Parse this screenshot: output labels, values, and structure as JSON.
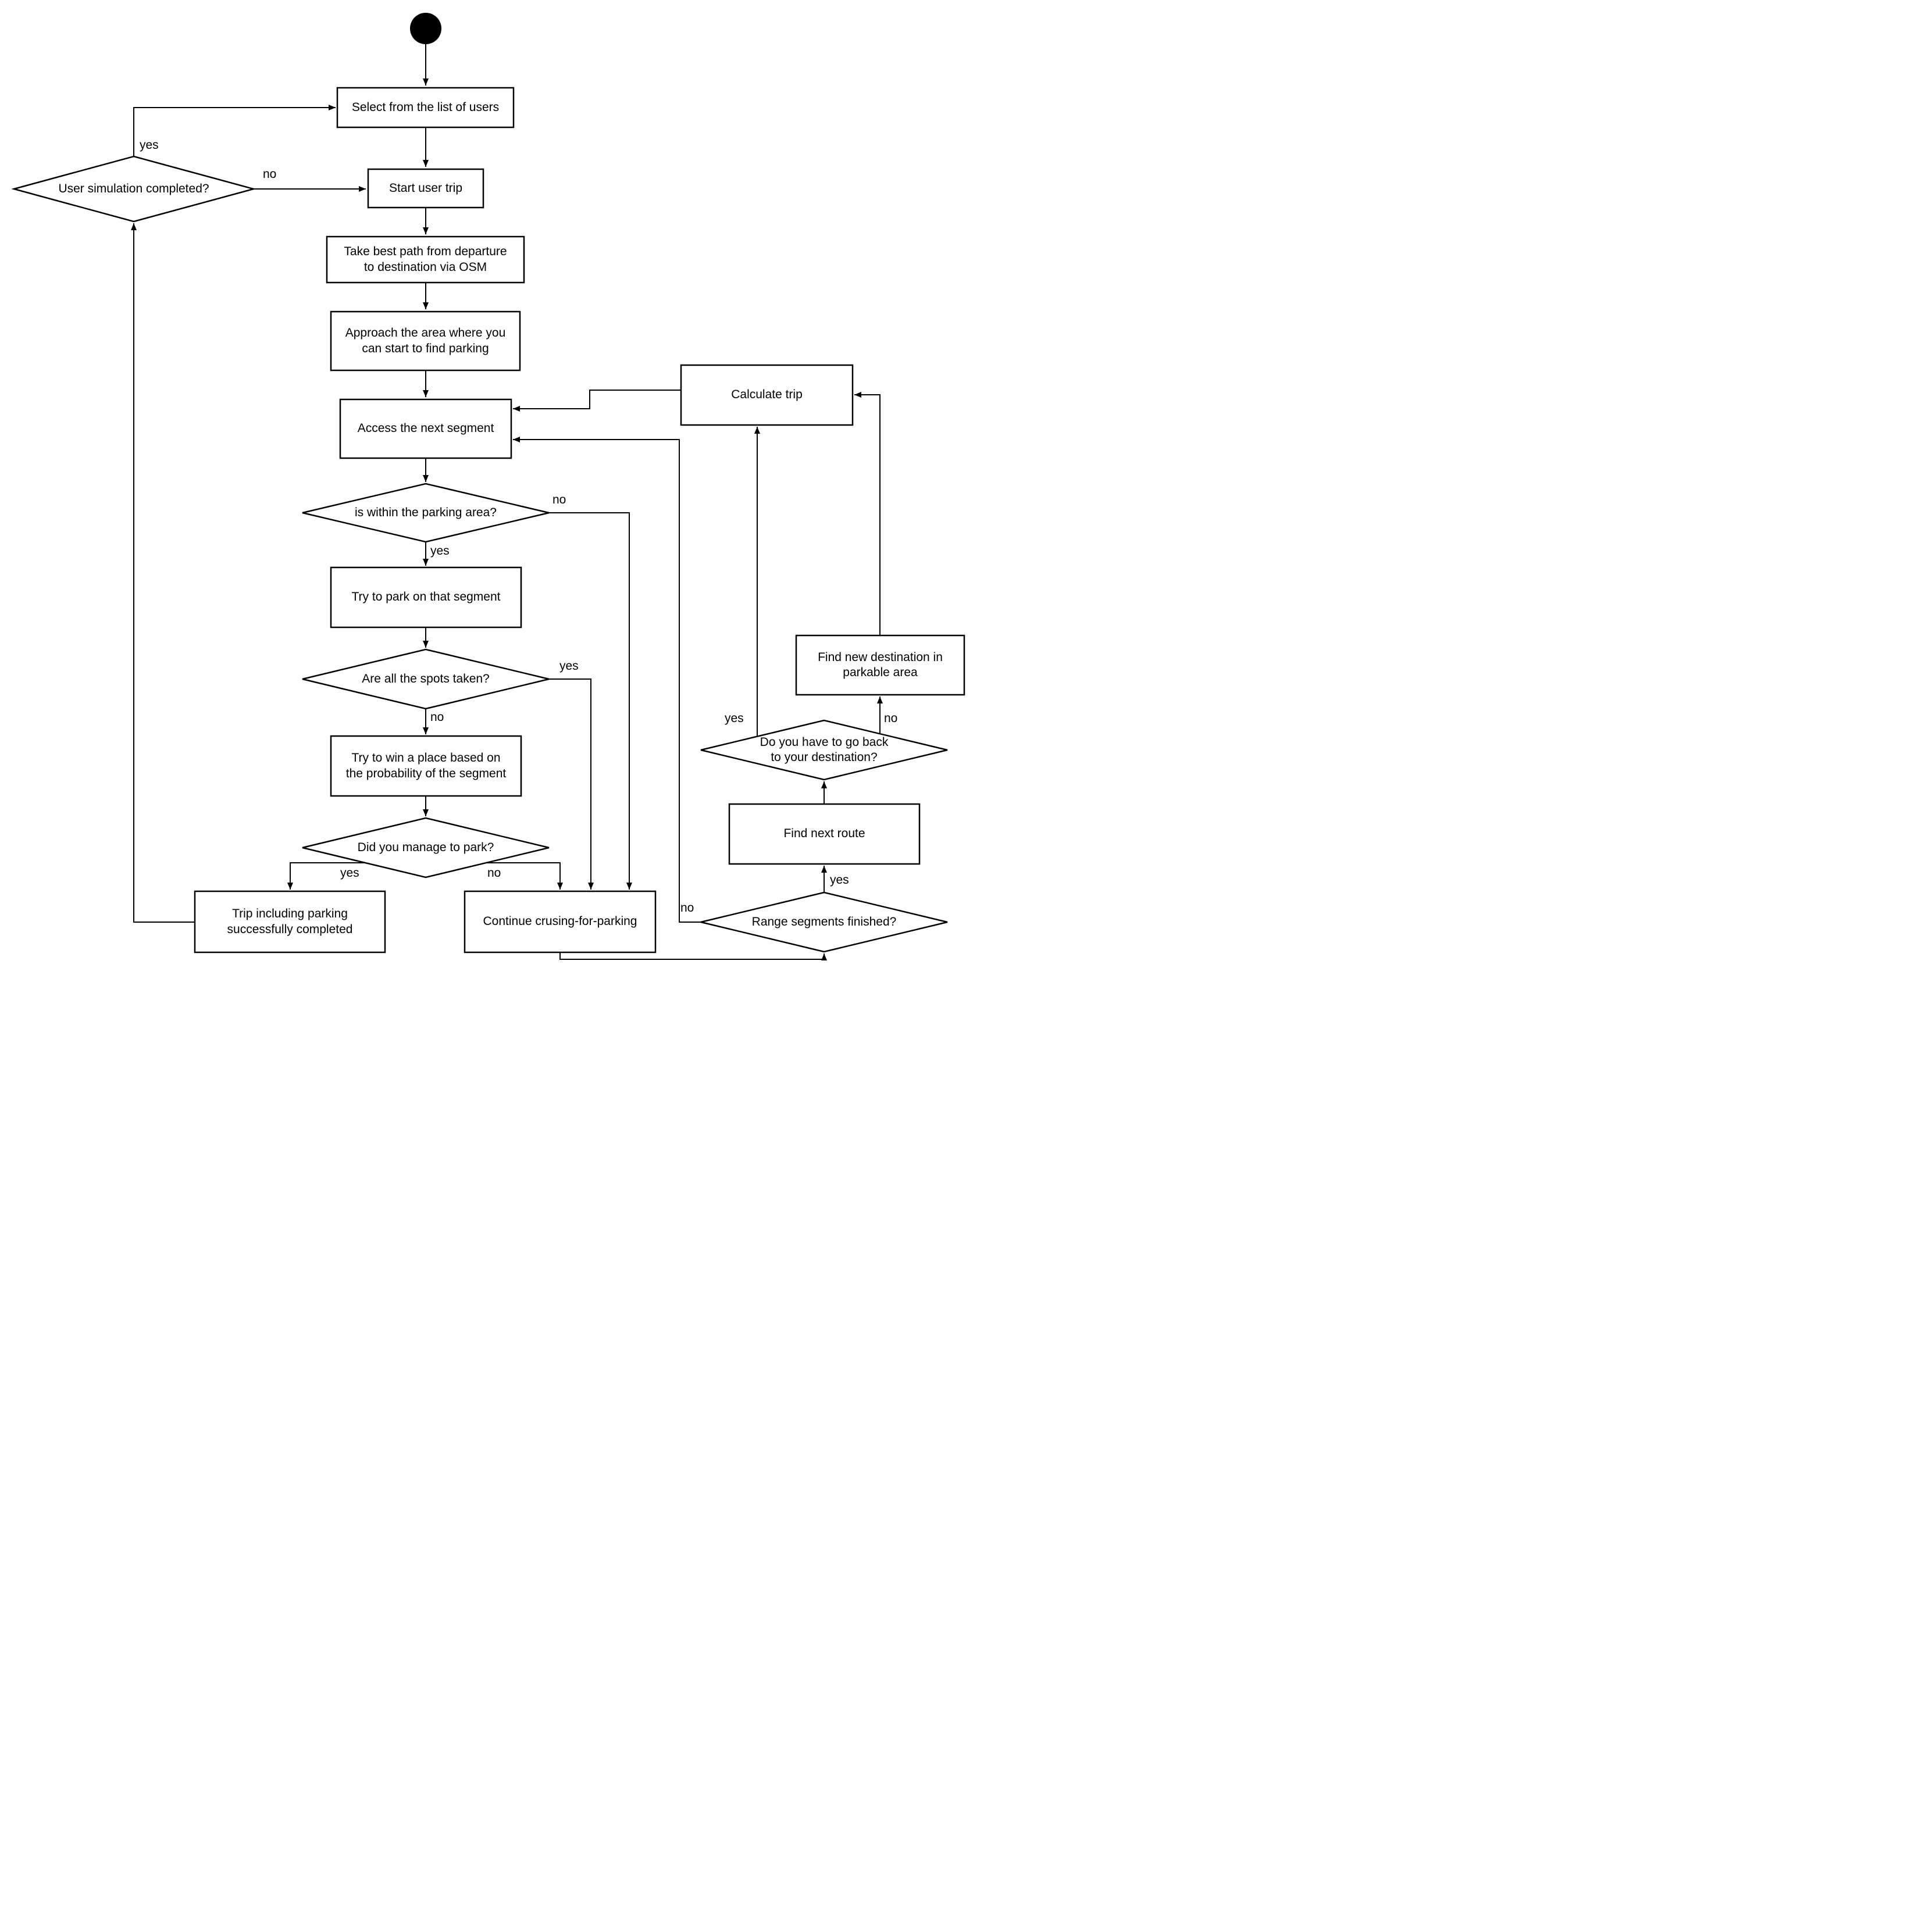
{
  "diagram": {
    "background": "#ffffff",
    "stroke_color": "#000000",
    "shape_fill": "#ffffff",
    "nodes": {
      "select_users": {
        "label": "Select from the list of users"
      },
      "user_sim_completed": {
        "label": "User simulation completed?"
      },
      "start_trip": {
        "label": "Start user trip"
      },
      "take_best_path": {
        "label": "Take best path from departure\nto destination via OSM"
      },
      "approach_area": {
        "label": "Approach the area where you\ncan start to find parking"
      },
      "access_segment": {
        "label": "Access the next segment"
      },
      "calculate_trip": {
        "label": "Calculate trip"
      },
      "is_within_parking": {
        "label": "is within the parking area?"
      },
      "try_park": {
        "label": "Try to park on that segment"
      },
      "all_spots_taken": {
        "label": "Are all the spots taken?"
      },
      "try_win_place": {
        "label": "Try to win a place based on\nthe probability of the segment"
      },
      "did_manage_park": {
        "label": "Did you manage to park?"
      },
      "trip_completed": {
        "label": "Trip including parking\nsuccessfully completed"
      },
      "continue_crusing": {
        "label": "Continue crusing-for-parking"
      },
      "find_new_destination": {
        "label": "Find new destination in\nparkable area"
      },
      "go_back_destination": {
        "label": "Do you have to go back\nto your destination?"
      },
      "find_next_route": {
        "label": "Find next route"
      },
      "range_segments_finished": {
        "label": "Range segments finished?"
      }
    },
    "edge_labels": {
      "user_sim_yes": "yes",
      "user_sim_no": "no",
      "is_within_yes": "yes",
      "is_within_no": "no",
      "all_spots_yes": "yes",
      "all_spots_no": "no",
      "did_manage_yes": "yes",
      "did_manage_no": "no",
      "go_back_yes": "yes",
      "go_back_no": "no",
      "range_finished_yes": "yes",
      "range_finished_no": "no"
    }
  }
}
